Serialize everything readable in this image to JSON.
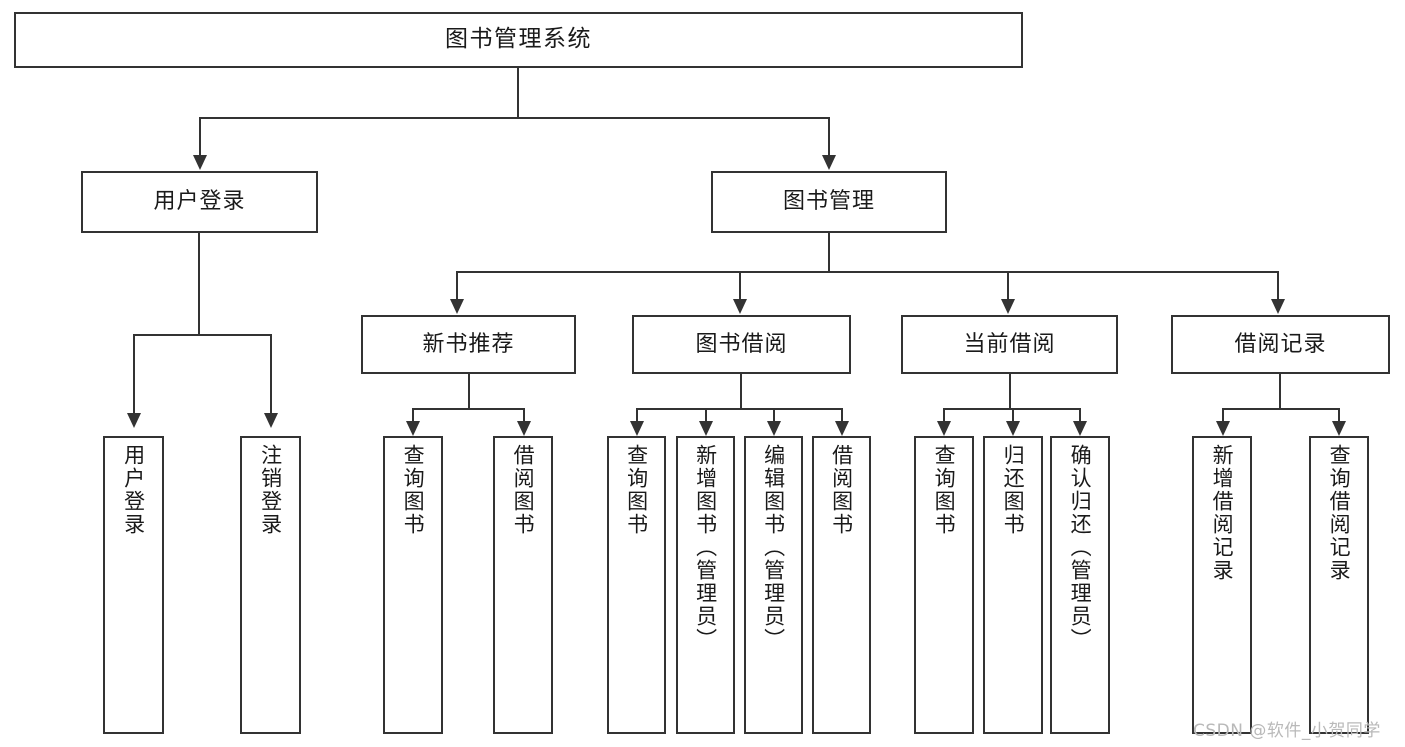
{
  "diagram": {
    "title": "图书管理系统",
    "watermark": "CSDN @软件_小贺同学",
    "root": {
      "label": "图书管理系统"
    },
    "level2": [
      {
        "label": "用户登录"
      },
      {
        "label": "图书管理"
      }
    ],
    "level3": [
      {
        "label": "新书推荐"
      },
      {
        "label": "图书借阅"
      },
      {
        "label": "当前借阅"
      },
      {
        "label": "借阅记录"
      }
    ],
    "leaves": {
      "user_login": [
        {
          "label": "用户登录"
        },
        {
          "label": "注销登录"
        }
      ],
      "new_book_recommend": [
        {
          "label": "查询图书"
        },
        {
          "label": "借阅图书"
        }
      ],
      "book_borrow": [
        {
          "label": "查询图书"
        },
        {
          "label": "新增图书（管理员）"
        },
        {
          "label": "编辑图书（管理员）"
        },
        {
          "label": "借阅图书"
        }
      ],
      "current_borrow": [
        {
          "label": "查询图书"
        },
        {
          "label": "归还图书"
        },
        {
          "label": "确认归还（管理员）"
        }
      ],
      "borrow_record": [
        {
          "label": "新增借阅记录"
        },
        {
          "label": "查询借阅记录"
        }
      ]
    },
    "colors": {
      "stroke": "#333333",
      "background": "#ffffff",
      "text": "#1a1a1a",
      "watermark": "#b9b9b9"
    }
  }
}
